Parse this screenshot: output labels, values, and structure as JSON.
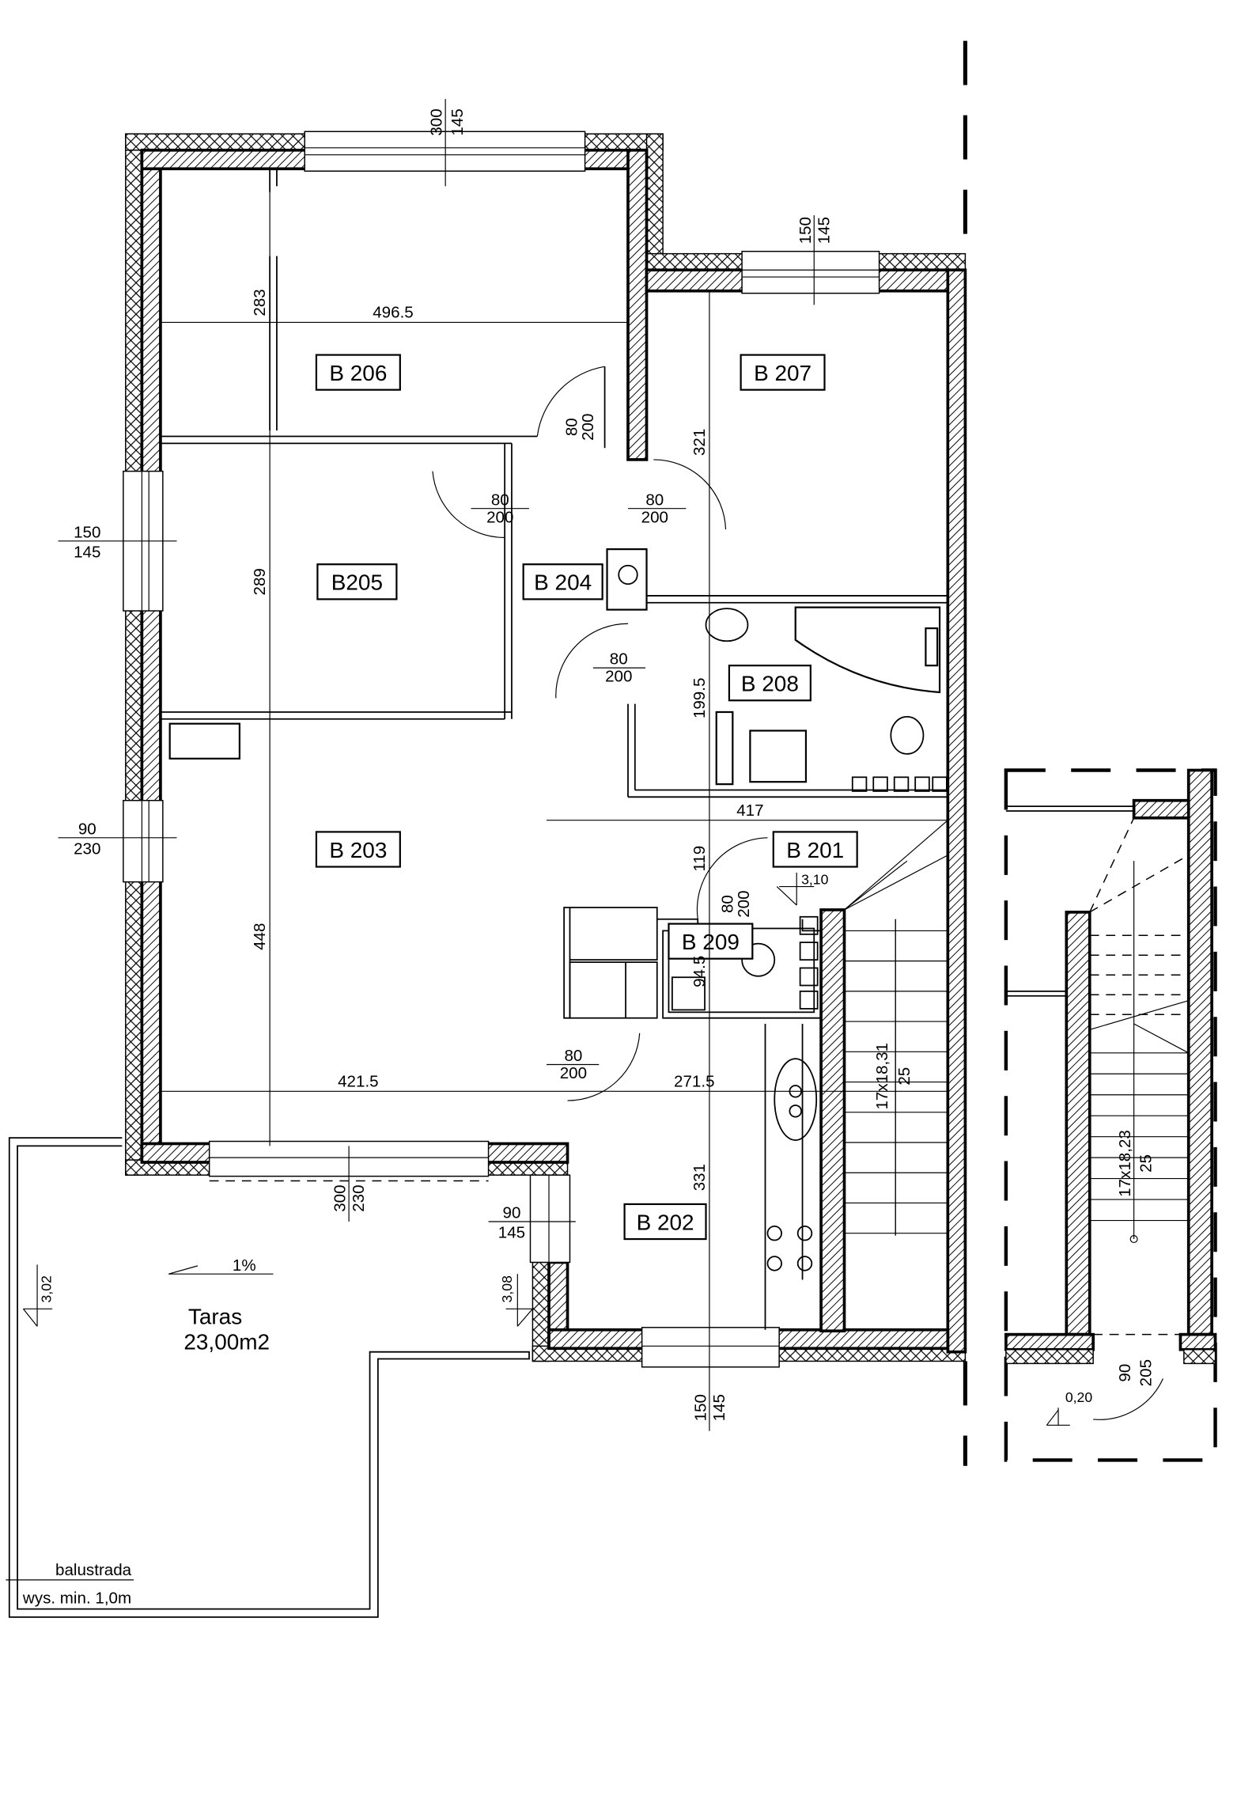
{
  "title": "Floor plan - upper floor",
  "colors": {
    "line": "#000000",
    "background": "#ffffff"
  },
  "rooms": {
    "b206": "B 206",
    "b207": "B 207",
    "b205": "B205",
    "b204": "B 204",
    "b208": "B 208",
    "b203": "B 203",
    "b201": "B 201",
    "b209": "B 209",
    "b202": "B 202"
  },
  "dimensions": {
    "win_top_w": "300",
    "win_top_h": "145",
    "win_b207_w": "150",
    "win_b207_h": "145",
    "win_left_w": "150",
    "win_left_h": "145",
    "win_b203_w": "90",
    "win_b203_h": "230",
    "win_bottom_w": "300",
    "win_bottom_h": "230",
    "win_b202_w": "90",
    "win_b202_h": "145",
    "win_b202_bottom_w": "150",
    "win_b202_bottom_h": "145",
    "door_b206_w": "80",
    "door_b206_h": "200",
    "door_b205_w": "80",
    "door_b205_h": "200",
    "door_b207_w": "80",
    "door_b207_h": "200",
    "door_b208_w": "80",
    "door_b208_h": "200",
    "door_b209_w": "80",
    "door_b209_h": "200",
    "door_b202_w": "80",
    "door_b202_h": "200",
    "door_stair_w": "90",
    "door_stair_h": "205",
    "d283": "283",
    "d496_5": "496.5",
    "d321": "321",
    "d289": "289",
    "d199_5": "199.5",
    "d417": "417",
    "d448": "448",
    "d119": "119",
    "d94_5": "94.5",
    "d421_5": "421.5",
    "d271_5": "271.5",
    "d331": "331"
  },
  "levels": {
    "b201": "3,10",
    "terrace_left": "3,02",
    "terrace_right": "3,08",
    "stair_exit": "0,20"
  },
  "stairs": {
    "main_steps": "17x18,31",
    "main_tread": "25",
    "detail_steps": "17x18,23",
    "detail_tread": "25"
  },
  "terrace": {
    "name": "Taras",
    "area": "23,00m2",
    "slope": "1%",
    "railing_label": "balustrada",
    "railing_height": "wys. min. 1,0m"
  }
}
